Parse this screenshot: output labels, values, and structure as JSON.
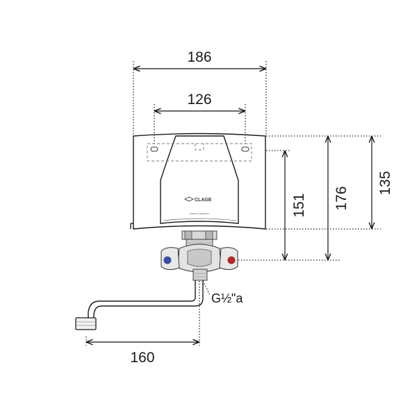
{
  "dimensions": {
    "total_width": "186",
    "mount_spacing": "126",
    "height_to_outlet": "176",
    "height_to_connection": "151",
    "body_height": "135",
    "spout_reach": "160"
  },
  "thread_label": "G½\"a",
  "brand_label": "CLAGE",
  "fine_print": "MADE IN GERMANY",
  "colors": {
    "line": "#1a1a1a",
    "cold_valve": "#3a4fa0",
    "hot_valve": "#b02a2a"
  }
}
